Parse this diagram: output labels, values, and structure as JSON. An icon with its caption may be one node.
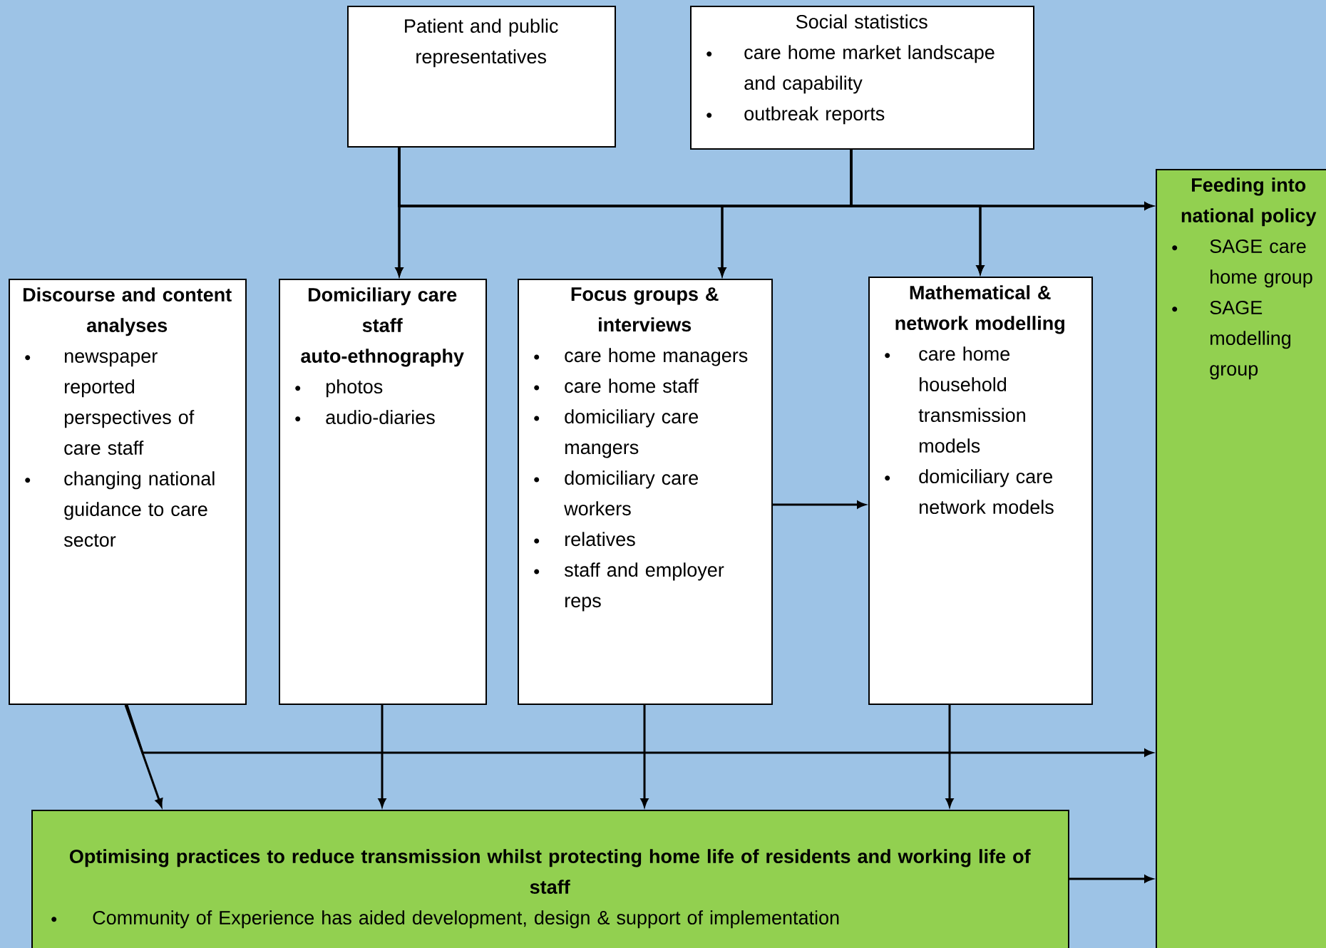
{
  "diagram": {
    "nodes": [
      {
        "text": [
          "Patient and public representatives"
        ]
      },
      {
        "text": [
          "Social statistics",
          "care home market landscape and capability",
          "outbreak reports"
        ]
      },
      {
        "text": [
          "Feeding into national policy",
          "SAGE care home group",
          "SAGE modelling group"
        ]
      },
      {
        "text": [
          "Discourse and content analyses",
          "newspaper reported perspectives of care staff",
          "changing national guidance to care sector"
        ]
      },
      {
        "text": [
          "Domiciliary care staff auto-ethnography",
          "photos",
          "audio-diaries"
        ]
      },
      {
        "text": [
          "Focus groups & interviews",
          "care home managers",
          "care home staff",
          "domiciliary care mangers",
          "domiciliary care workers",
          "relatives",
          "staff and employer reps"
        ]
      },
      {
        "text": [
          "Mathematical & network modelling",
          "care home household transmission models",
          "domiciliary care network models"
        ]
      },
      {
        "text": [
          "Optimising practices to reduce transmission whilst protecting home life of residents and working life of staff",
          "Community of Experience has aided development, design & support of implementation"
        ]
      }
    ],
    "edges": [
      {
        "from": 0,
        "to": 4,
        "arrow": "to"
      },
      {
        "from": 0,
        "to": 5,
        "arrow": "to"
      },
      {
        "from": 0,
        "to": 6,
        "arrow": "to"
      },
      {
        "from": 0,
        "to": 2,
        "arrow": "to"
      },
      {
        "from": 1,
        "to": 4,
        "arrow": "to"
      },
      {
        "from": 1,
        "to": 5,
        "arrow": "to"
      },
      {
        "from": 1,
        "to": 6,
        "arrow": "to"
      },
      {
        "from": 1,
        "to": 2,
        "arrow": "to"
      },
      {
        "from": 5,
        "to": 6,
        "arrow": "to"
      },
      {
        "from": 3,
        "to": 7,
        "arrow": "to"
      },
      {
        "from": 3,
        "to": 2,
        "arrow": "to"
      },
      {
        "from": 4,
        "to": 7,
        "arrow": "to"
      },
      {
        "from": 5,
        "to": 7,
        "arrow": "to"
      },
      {
        "from": 6,
        "to": 7,
        "arrow": "to"
      },
      {
        "from": 7,
        "to": 2,
        "arrow": "to"
      }
    ]
  }
}
